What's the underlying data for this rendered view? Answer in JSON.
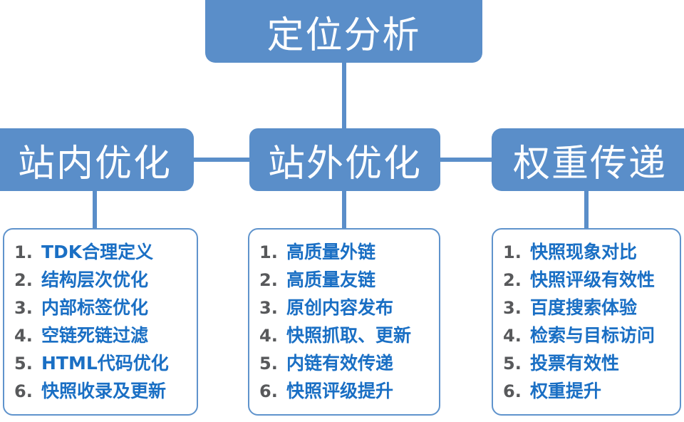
{
  "diagram": {
    "type": "hierarchy-tree",
    "colors": {
      "node_fill": "#5a8ec9",
      "node_text": "#ffffff",
      "connector": "#5a8ec9",
      "list_border": "#5f93cc",
      "list_number": "#58595b",
      "list_text": "#1a6fc4",
      "background": "#ffffff"
    },
    "root": {
      "label": "定位分析"
    },
    "branches": [
      {
        "label": "站内优化"
      },
      {
        "label": "站外优化"
      },
      {
        "label": "权重传递"
      }
    ],
    "lists": [
      {
        "parent": "站内优化",
        "items": [
          {
            "num": "1.",
            "text": "TDK合理定义"
          },
          {
            "num": "2.",
            "text": "结构层次优化"
          },
          {
            "num": "3.",
            "text": "内部标签优化"
          },
          {
            "num": "4.",
            "text": "空链死链过滤"
          },
          {
            "num": "5.",
            "text": "HTML代码优化"
          },
          {
            "num": "6.",
            "text": "快照收录及更新"
          }
        ]
      },
      {
        "parent": "站外优化",
        "items": [
          {
            "num": "1.",
            "text": "高质量外链"
          },
          {
            "num": "2.",
            "text": "高质量友链"
          },
          {
            "num": "3.",
            "text": "原创内容发布"
          },
          {
            "num": "4.",
            "text": "快照抓取、更新"
          },
          {
            "num": "5.",
            "text": "内链有效传递"
          },
          {
            "num": "6.",
            "text": "快照评级提升"
          }
        ]
      },
      {
        "parent": "权重传递",
        "items": [
          {
            "num": "1.",
            "text": "快照现象对比"
          },
          {
            "num": "2.",
            "text": "快照评级有效性"
          },
          {
            "num": "3.",
            "text": "百度搜索体验"
          },
          {
            "num": "4.",
            "text": "检索与目标访问"
          },
          {
            "num": "5.",
            "text": "投票有效性"
          },
          {
            "num": "6.",
            "text": "权重提升"
          }
        ]
      }
    ]
  }
}
